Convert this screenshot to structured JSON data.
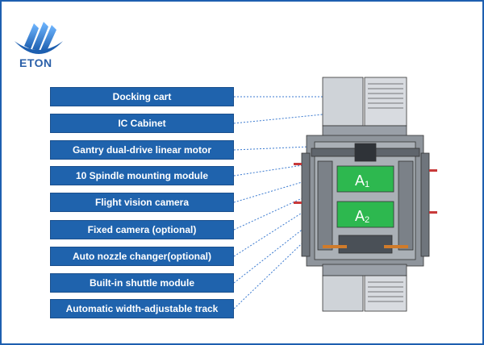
{
  "brand": {
    "name": "ETON"
  },
  "labels": [
    "Docking cart",
    "IC Cabinet",
    "Gantry dual-drive linear motor",
    "10 Spindle mounting module",
    "Flight vision camera",
    "Fixed camera (optional)",
    "Auto nozzle changer(optional)",
    "Built-in shuttle module",
    "Automatic width-adjustable track"
  ],
  "machine": {
    "zone_a1": "A",
    "zone_a1_sub": "1",
    "zone_a2": "A",
    "zone_a2_sub": "2"
  },
  "colors": {
    "label_bg": "#1f63ad",
    "border": "#1d5fb0",
    "zone_green": "#2db84f",
    "leader": "#3c7bd0"
  }
}
